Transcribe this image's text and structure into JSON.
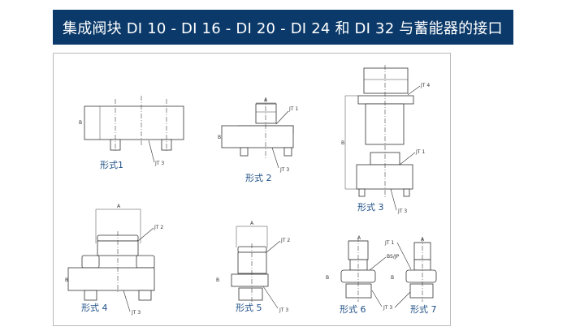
{
  "header": {
    "title": "集成阀块 DI 10 - DI 16 - DI 20 - DI 24 和 DI 32 与蓄能器的接口"
  },
  "figures": [
    {
      "caption": "形式1",
      "labels": [
        "JT 3"
      ],
      "dim": "B"
    },
    {
      "caption": "形式 2",
      "labels": [
        "JT 1",
        "JT 3"
      ],
      "dim_a": "A",
      "dim": "B"
    },
    {
      "caption": "形式 3",
      "labels": [
        "JT 4",
        "JT 1",
        "JT 3"
      ],
      "dim": "B"
    },
    {
      "caption": "形式 4",
      "labels": [
        "JT 2",
        "JT 3"
      ],
      "dim_a": "A",
      "dim": "B"
    },
    {
      "caption": "形式 5",
      "labels": [
        "JT 2",
        "JT 3"
      ],
      "dim_a": "A",
      "dim": "B"
    },
    {
      "caption": "形式 6",
      "labels": [
        "BS/JP",
        "JT 3"
      ],
      "dim_a": "A",
      "dim": "B"
    },
    {
      "caption": "形式 7",
      "labels": [
        "JT 1"
      ],
      "dim_a": "A",
      "dim": "B"
    }
  ],
  "colors": {
    "header_bg": "#0b3a6a",
    "caption": "#1f4f86"
  }
}
